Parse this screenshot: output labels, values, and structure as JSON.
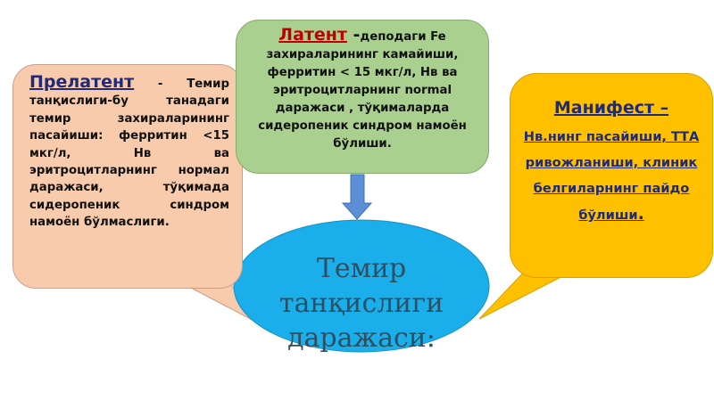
{
  "prelatent": {
    "title": "Прелатент",
    "body": " - Темир танқислиги-бу танадаги темир захираларининг пасайиши: ферритин <15 мкг/л, Нв ва эритроцитларнинг нормал даражаси, тўқимада сидеропеник синдром намоён бўлмаслиги."
  },
  "latent": {
    "title": "Латент",
    "dash": " -",
    "body": "деподаги Fe захираларининг камайиши, ферритин < 15 мкг/л, Нв ва эритроцитларнинг normal даражаси , тўқималарда сидеропеник синдром намоён бўлиши."
  },
  "manifest": {
    "title": "Манифест –",
    "body": "Нв.нинг пасайиши, ТТА ривожланиши, клиник белгиларнинг пайдо бўлиши",
    "end": "."
  },
  "center": {
    "text": "Темир танқислиги даражаси:"
  },
  "colors": {
    "prelatent_fill": "#f8cbad",
    "latent_fill": "#a9d08e",
    "manifest_fill": "#ffc000",
    "center_fill": "#1aaeea",
    "arrow": "#5b8fd6",
    "title_blue": "#1f2a78",
    "title_red": "#c00000"
  }
}
